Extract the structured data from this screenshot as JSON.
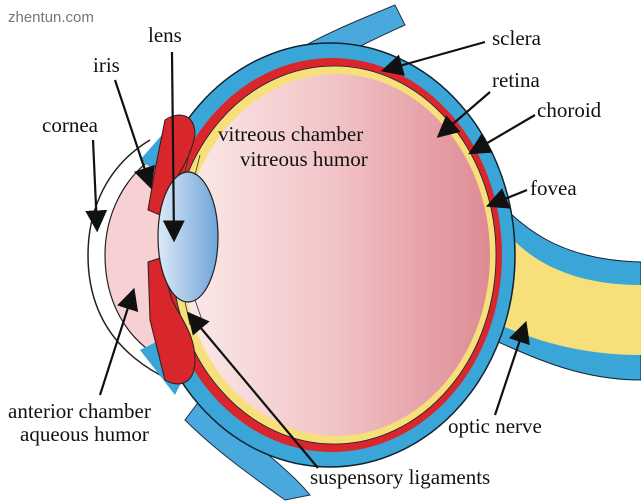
{
  "watermark": "zhentun.com",
  "labels": {
    "lens": "lens",
    "iris": "iris",
    "cornea": "cornea",
    "vitreous_chamber": "vitreous chamber",
    "vitreous_humor": "vitreous humor",
    "sclera": "sclera",
    "retina": "retina",
    "choroid": "choroid",
    "fovea": "fovea",
    "anterior_chamber": "anterior chamber",
    "aqueous_humor": "aqueous humor",
    "optic_nerve": "optic nerve",
    "suspensory_ligaments": "suspensory ligaments"
  },
  "colors": {
    "sclera": "#3aa6d8",
    "choroid": "#d8262c",
    "retina": "#f7e07a",
    "vitreous": "#e9a3ab",
    "lens": "#8ab8e4"
  }
}
